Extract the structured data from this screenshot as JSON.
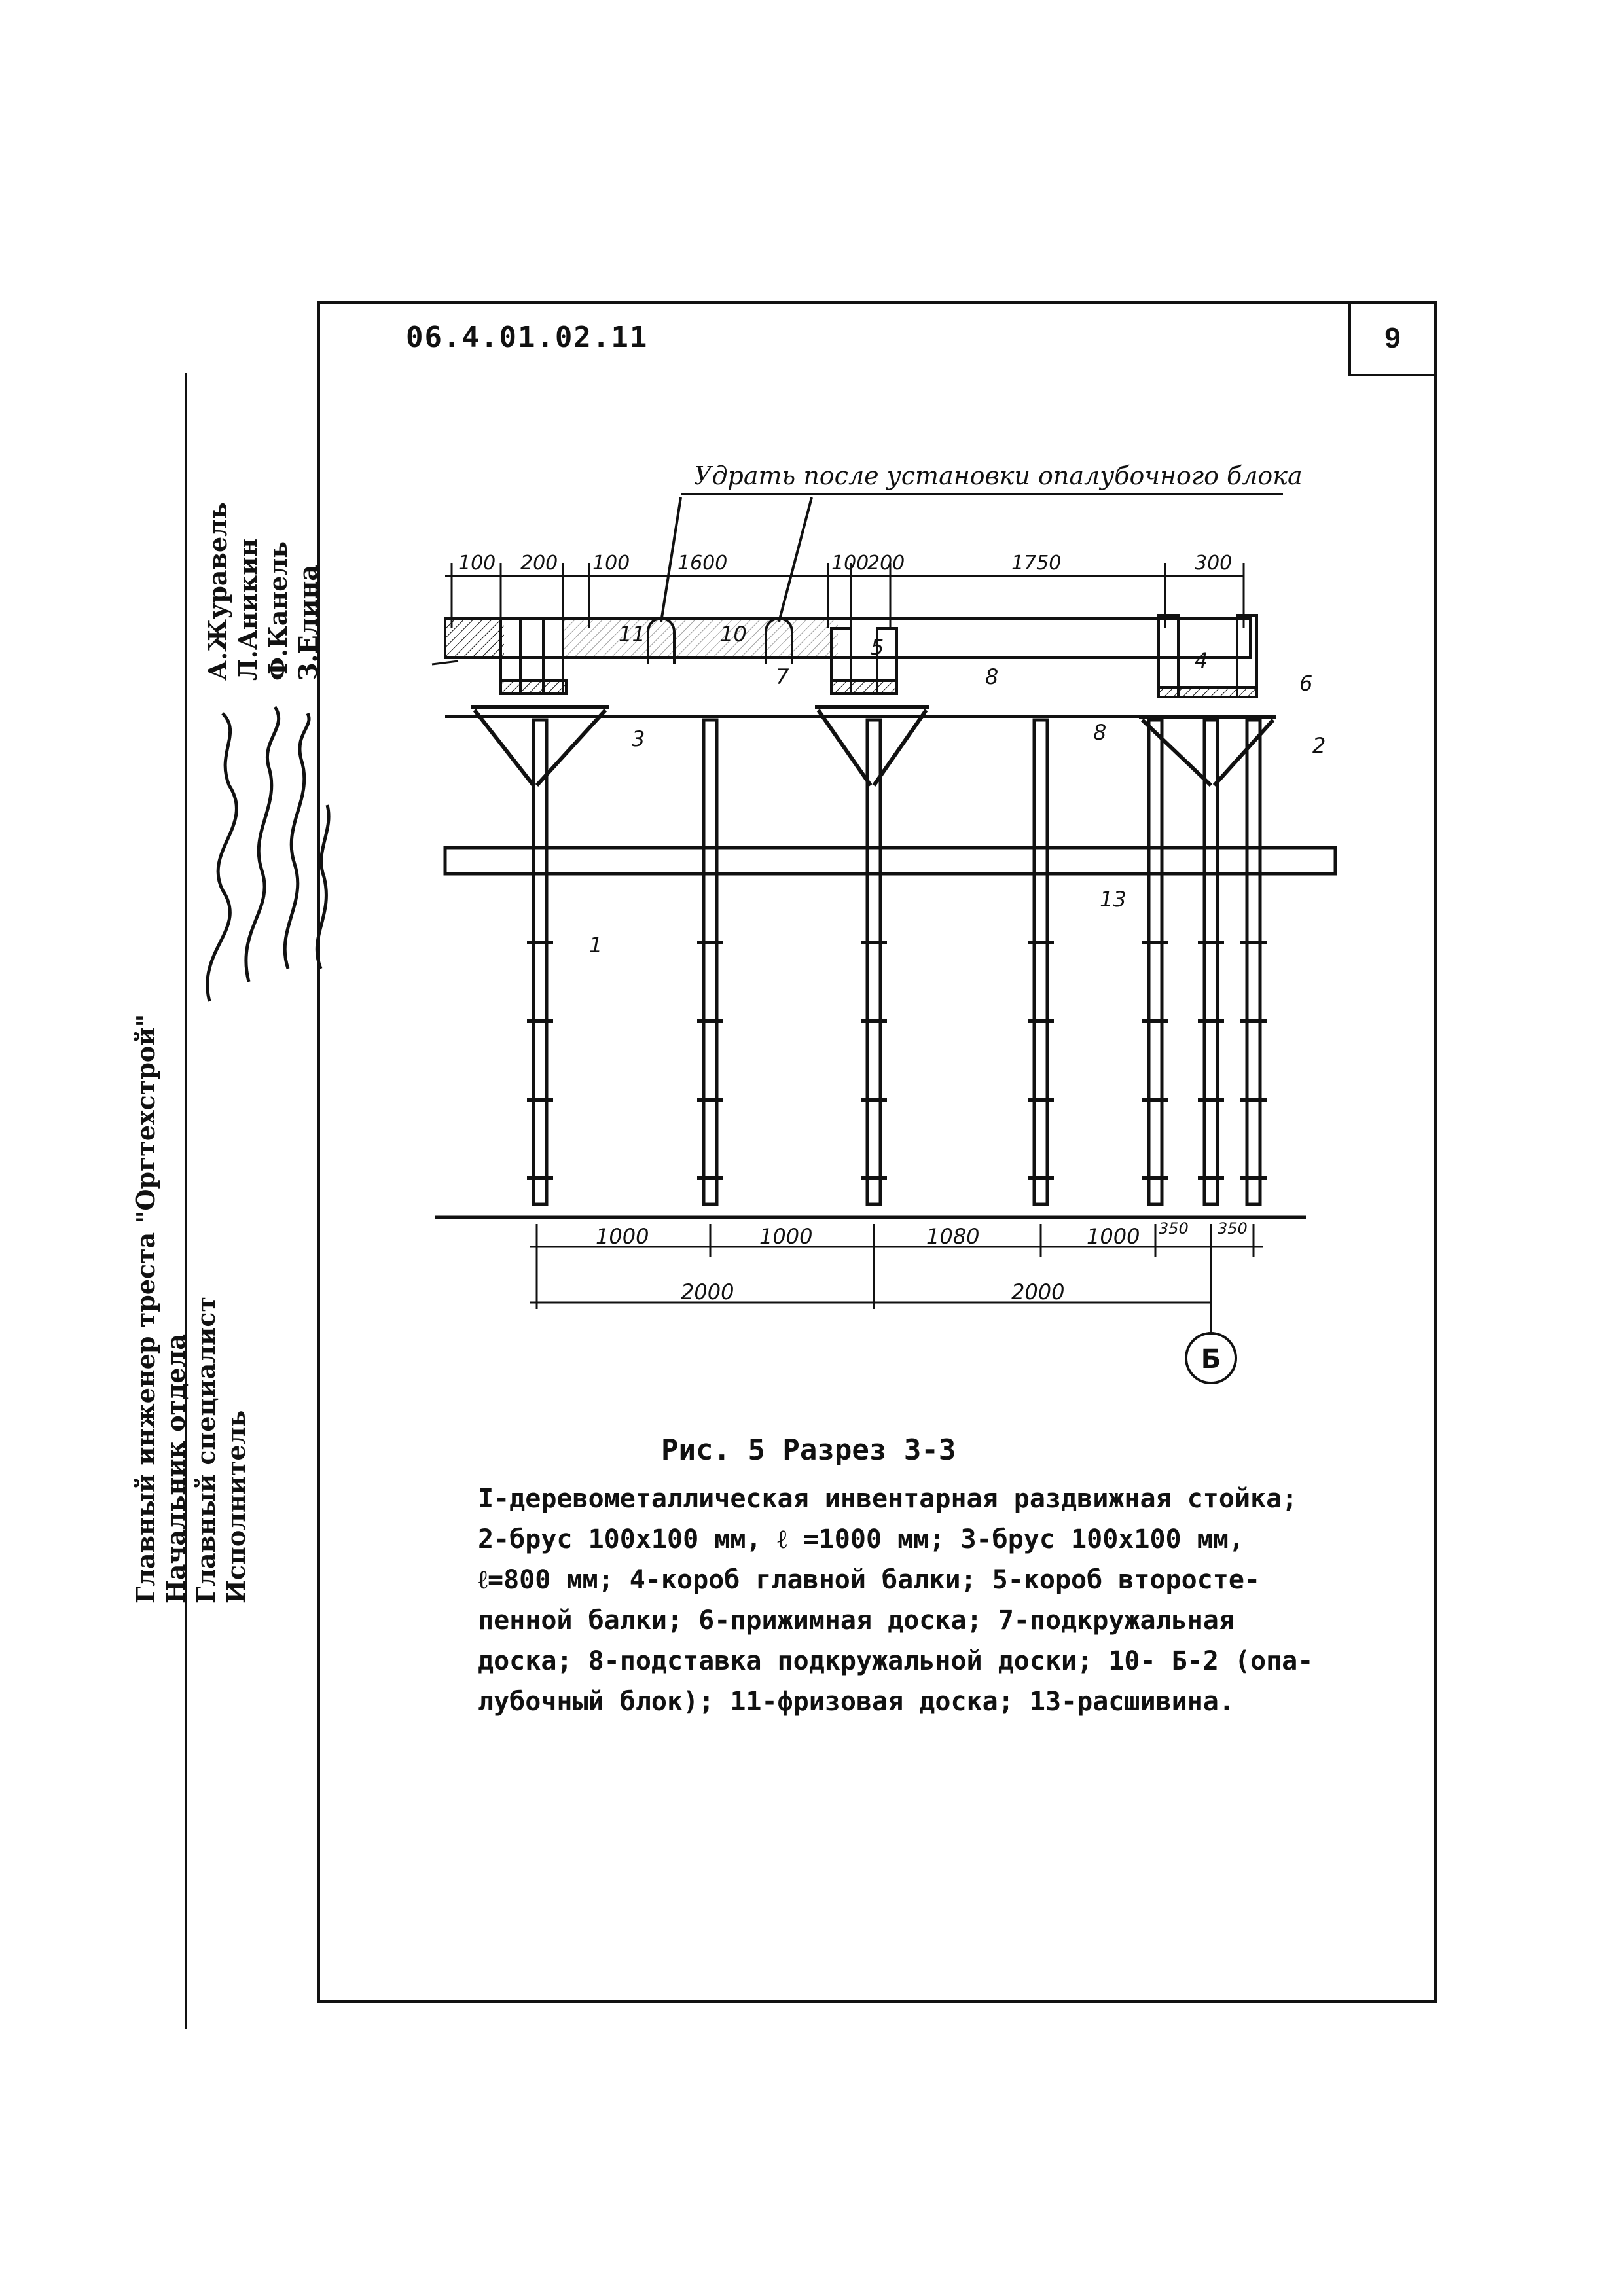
{
  "header": {
    "doc_code": "06.4.01.02.11",
    "sheet_number": "9"
  },
  "sidebar": {
    "positions": [
      "Главный инженер треста \"Оргтехстрой\"",
      "Начальник отдела",
      "Главный специалист",
      "Исполнитель"
    ],
    "names": [
      "А.Журавель",
      "Л.Аникин",
      "Ф.Канель",
      "З.Елина"
    ]
  },
  "drawing": {
    "note": "Удрать после установки опалубочного блока",
    "top_dims": [
      "100",
      "200",
      "100",
      "1600",
      "100",
      "200",
      "1750",
      "300"
    ],
    "callouts": [
      "1",
      "2",
      "3",
      "4",
      "5",
      "6",
      "7",
      "8",
      "8",
      "10",
      "11",
      "13"
    ],
    "bottom_dims_row1": [
      "1000",
      "1000",
      "1080",
      "1000",
      "350",
      "350"
    ],
    "bottom_dims_row2": [
      "2000",
      "2000"
    ],
    "axis_label": "Б"
  },
  "caption": {
    "title": "Рис. 5 Разрез 3-3",
    "lines": [
      "I-деревометаллическая инвентарная раздвижная стойка;",
      "2-брус 100x100 мм, ℓ =1000 мм; 3-брус 100x100 мм,",
      "ℓ=800 мм; 4-короб главной балки; 5-короб второсте-",
      "пенной балки; 6-прижимная доска; 7-подкружальная",
      "доска; 8-подставка подкружальной доски; 10- Б-2 (опа-",
      "лубочный блок);  11-фризовая доска; 13-расшивина."
    ]
  }
}
